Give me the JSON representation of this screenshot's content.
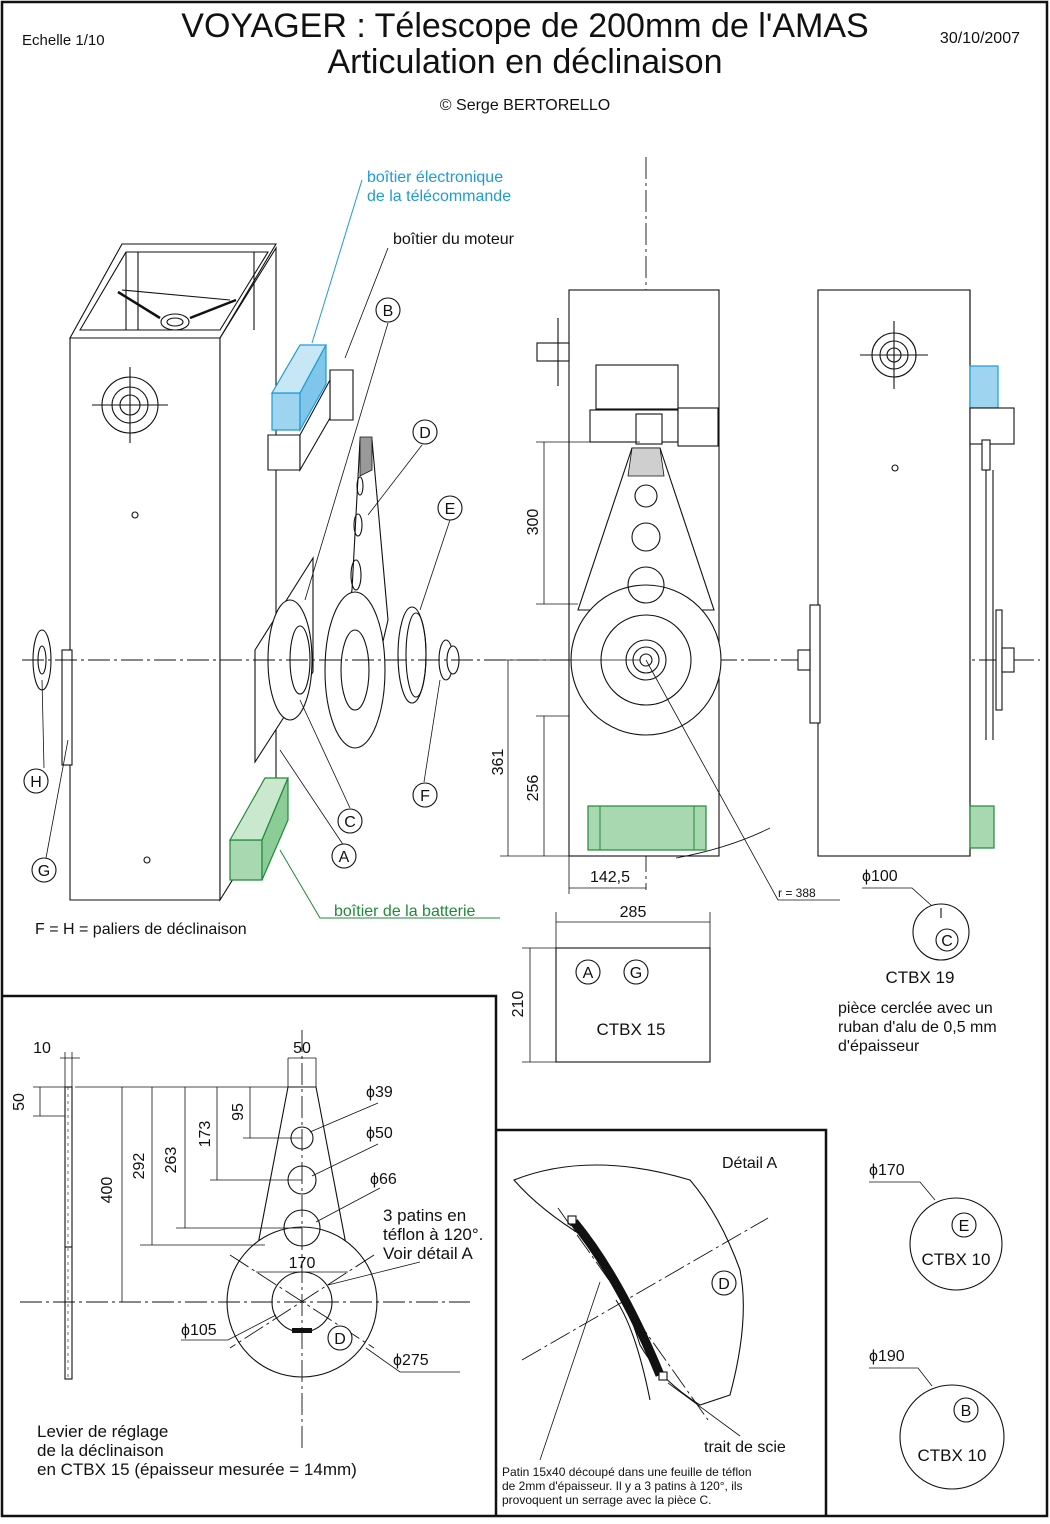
{
  "header": {
    "scale": "Echelle 1/10",
    "title": "VOYAGER : Télescope de 200mm de l'AMAS",
    "subtitle": "Articulation en déclinaison",
    "date": "30/10/2007",
    "copyright": "© Serge BERTORELLO"
  },
  "callouts": {
    "electronics_box_line1": "boîtier électronique",
    "electronics_box_line2": "de la télécommande",
    "motor_box": "boîtier du moteur",
    "battery_box": "boîtier de la batterie",
    "bearings_note": "F = H = paliers de déclinaison"
  },
  "part_labels": [
    "A",
    "B",
    "C",
    "D",
    "E",
    "F",
    "G",
    "H"
  ],
  "front_view": {
    "dim_300": "300",
    "dim_361": "361",
    "dim_256": "256",
    "dim_142_5": "142,5",
    "dim_285": "285",
    "radius": "r = 388"
  },
  "ctbx15_plate": {
    "dim_210": "210",
    "label_a": "A",
    "label_g": "G",
    "material": "CTBX 15"
  },
  "part_c": {
    "diameter": "ϕ100",
    "label": "C",
    "material": "CTBX 19",
    "note_line1": "pièce cerclée avec un",
    "note_line2": "ruban d'alu de 0,5 mm",
    "note_line3": "d'épaisseur"
  },
  "lever_d": {
    "dim_10": "10",
    "dim_50_side": "50",
    "dim_50_top": "50",
    "dim_400": "400",
    "dim_292": "292",
    "dim_263": "263",
    "dim_173": "173",
    "dim_95": "95",
    "dim_170": "170",
    "hole1": "ϕ39",
    "hole2": "ϕ50",
    "hole3": "ϕ66",
    "bore": "ϕ105",
    "outer": "ϕ275",
    "label": "D",
    "pads_line1": "3 patins en",
    "pads_line2": "téflon à 120°.",
    "pads_line3": "Voir détail A",
    "caption_line1": "Levier de réglage",
    "caption_line2": "de la déclinaison",
    "caption_line3": "en CTBX 15 (épaisseur mesurée = 14mm)"
  },
  "detail_a": {
    "title": "Détail A",
    "label_d": "D",
    "saw_cut": "trait de scie",
    "note_line1": "Patin 15x40 découpé dans une feuille de téflon",
    "note_line2": "de 2mm d'épaisseur. Il y a 3 patins à 120°, ils",
    "note_line3": "provoquent un serrage avec la pièce C."
  },
  "part_e": {
    "diameter": "ϕ170",
    "label": "E",
    "material": "CTBX 10"
  },
  "part_b": {
    "diameter": "ϕ190",
    "label": "B",
    "material": "CTBX 10"
  },
  "colors": {
    "electronics_box": "#1d9bd8",
    "electronics_fill": "#9fd4f0",
    "battery_box": "#1f8a3a",
    "battery_fill": "#a8d8b0",
    "ink": "#111111"
  }
}
